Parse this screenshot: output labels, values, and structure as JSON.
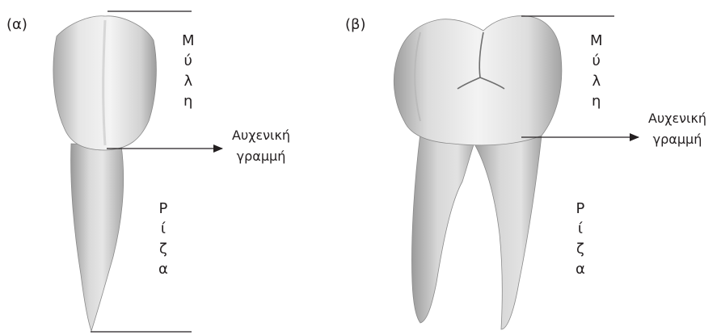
{
  "panels": [
    {
      "id": "a",
      "label": "(α)",
      "crown_label": "Μύλη",
      "root_label": "Ρίζα",
      "cej_label_line1": "Αυχενική",
      "cej_label_line2": "γραμμή"
    },
    {
      "id": "b",
      "label": "(β)",
      "crown_label": "Μύλη",
      "root_label": "Ρίζα",
      "cej_label_line1": "Αυχενική",
      "cej_label_line2": "γραμμή"
    }
  ],
  "colors": {
    "text": "#231f20",
    "line": "#231f20",
    "tooth_light": "#f2f2f2",
    "tooth_mid": "#cfcfcf",
    "tooth_dark": "#9a9a9a"
  }
}
